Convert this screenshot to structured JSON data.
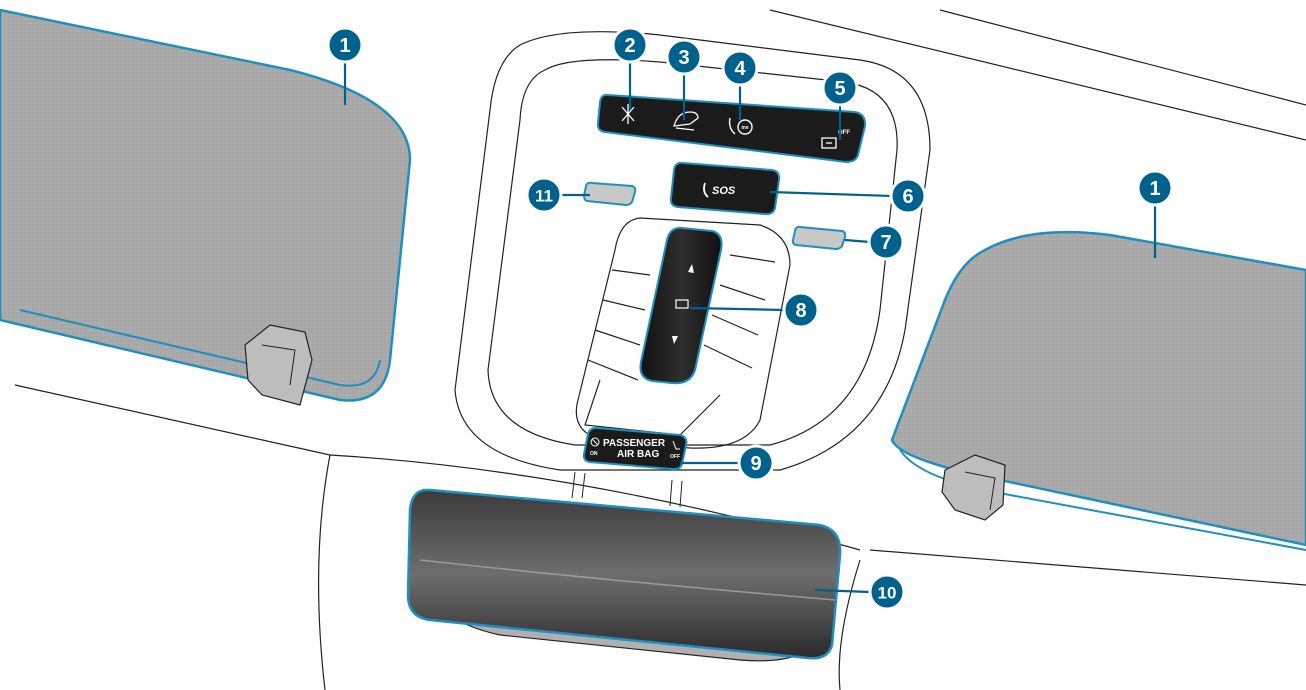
{
  "colors": {
    "callout_fill": "#00618c",
    "callout_ring": "#ffffff",
    "highlight": "#1e90c0",
    "visor": "#a9a9a9",
    "panel_dark": "#1b1b1b",
    "line": "#222222"
  },
  "callouts": [
    {
      "id": "visor-left",
      "number": "1"
    },
    {
      "id": "visor-right",
      "number": "1"
    },
    {
      "id": "reading-lamp",
      "number": "2"
    },
    {
      "id": "interior-light",
      "number": "3"
    },
    {
      "id": "mercedes-me-call",
      "number": "4"
    },
    {
      "id": "interior-protection",
      "number": "5"
    },
    {
      "id": "sos-button",
      "number": "6"
    },
    {
      "id": "right-reading-lamp",
      "number": "7"
    },
    {
      "id": "sliding-sunroof-switch",
      "number": "8"
    },
    {
      "id": "airbag-indicator",
      "number": "9"
    },
    {
      "id": "glasses-compartment",
      "number": "10"
    },
    {
      "id": "left-reading-lamp",
      "number": "11"
    }
  ],
  "labels": {
    "sos": "SOS",
    "airbag_line1": "PASSENGER",
    "airbag_line2": "AIR BAG",
    "airbag_on": "ON",
    "airbag_off": "OFF",
    "protect_off": "OFF"
  },
  "icons": [
    "reading-lamp-icon",
    "interior-light-icon",
    "service-call-icon",
    "interior-protection-icon",
    "sos-phone-icon",
    "airbag-off-icon",
    "airbag-seat-icon"
  ]
}
